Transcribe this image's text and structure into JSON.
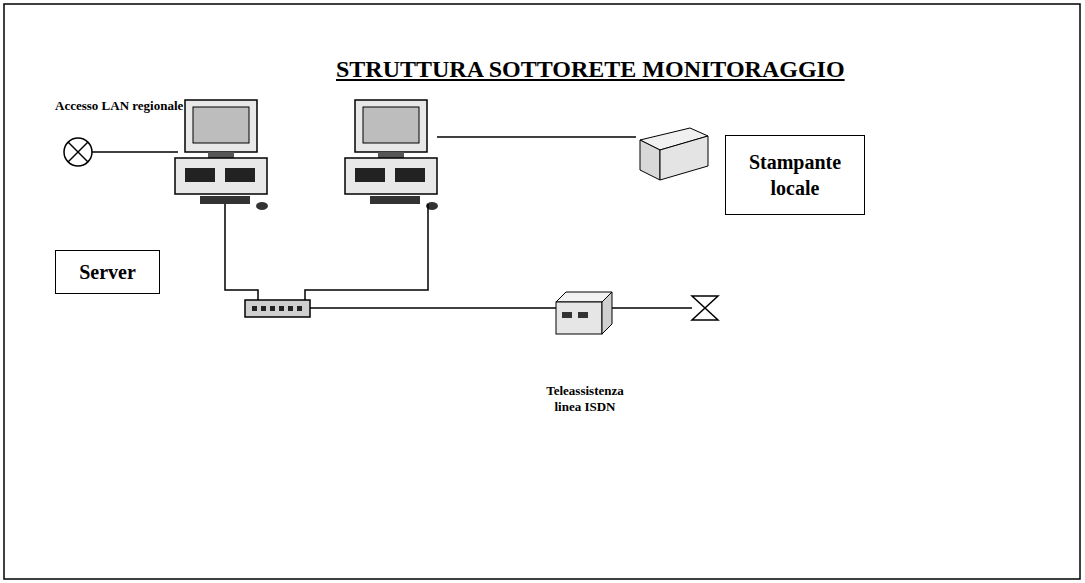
{
  "diagram": {
    "title": "STRUTTURA SOTTORETE MONITORAGGIO",
    "nodes": [
      {
        "text": [
          "Server"
        ]
      },
      {
        "text": [
          "Stampante locale"
        ]
      }
    ],
    "labels": [
      "Accesso LAN regionale",
      "Teleassistenza linea ISDN"
    ]
  }
}
